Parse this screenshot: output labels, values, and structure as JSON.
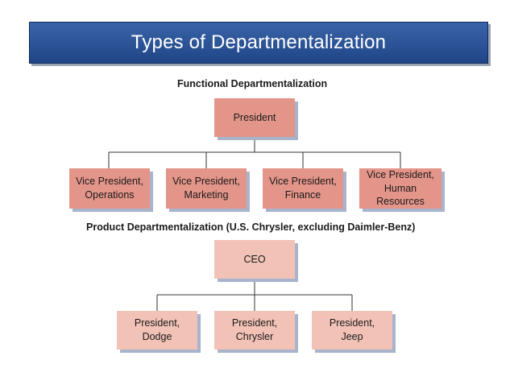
{
  "slide": {
    "title": "Types of Departmentalization"
  },
  "functional": {
    "heading": "Functional Departmentalization",
    "top": {
      "line1": "President"
    },
    "children": [
      {
        "line1": "Vice President,",
        "line2": "Operations"
      },
      {
        "line1": "Vice President,",
        "line2": "Marketing"
      },
      {
        "line1": "Vice President,",
        "line2": "Finance"
      },
      {
        "line1": "Vice President,",
        "line2": "Human Resources"
      }
    ]
  },
  "product": {
    "heading": "Product Departmentalization (U.S. Chrysler, excluding Daimler-Benz)",
    "top": {
      "line1": "CEO"
    },
    "children": [
      {
        "line1": "President,",
        "line2": "Dodge"
      },
      {
        "line1": "President,",
        "line2": "Chrysler"
      },
      {
        "line1": "President,",
        "line2": "Jeep"
      }
    ]
  },
  "colors": {
    "title_bar": "#2b55a0",
    "functional_box": "#e4958a",
    "product_box": "#f2c2b6",
    "box_shadow": "#a8b3cc",
    "connector": "#333333"
  }
}
